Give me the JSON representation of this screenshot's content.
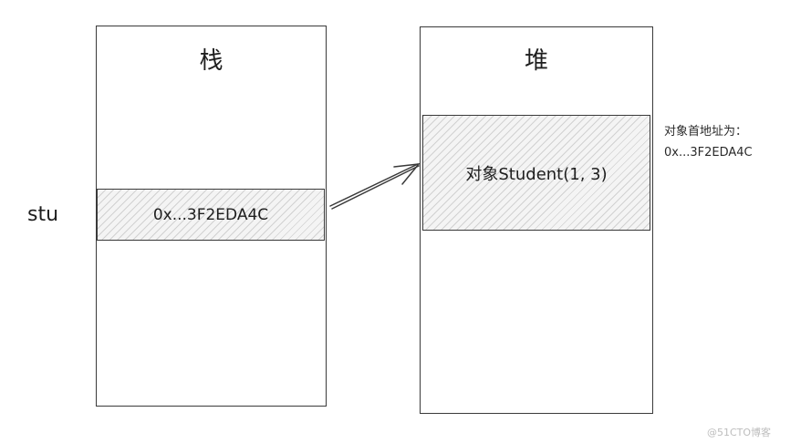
{
  "stack": {
    "title": "栈",
    "variable_label": "stu",
    "cell_value": "0x...3F2EDA4C"
  },
  "heap": {
    "title": "堆",
    "object_label": "对象Student(1, 3)"
  },
  "annotation": {
    "line1": "对象首地址为：",
    "line2": "0x...3F2EDA4C"
  },
  "watermark": "@51CTO博客",
  "colors": {
    "stroke": "#3a3a3a",
    "hatch_fill": "#f4f4f4"
  }
}
